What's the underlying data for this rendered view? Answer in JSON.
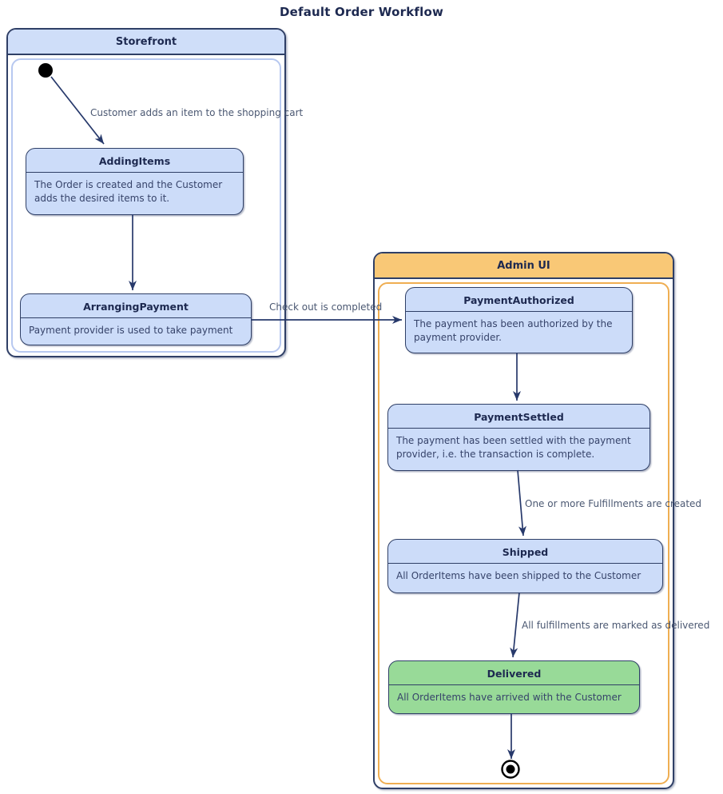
{
  "page": {
    "title": "Default Order Workflow"
  },
  "colors": {
    "state_fill": "#ccdcf9",
    "state_border": "#2f3f66",
    "delivered_fill": "#98da98",
    "storefront_header_fill": "#cfdef9",
    "storefront_inner_border": "#b7c8f0",
    "admin_header_fill": "#f9c876",
    "admin_inner_border": "#efae52",
    "arrow_color": "#27396b",
    "label_color": "#4b5872",
    "title_color": "#1d2950",
    "body_text": "#36436a"
  },
  "containers": {
    "storefront": {
      "title": "Storefront"
    },
    "admin_ui": {
      "title": "Admin UI"
    }
  },
  "states": {
    "adding_items": {
      "name": "AddingItems",
      "description": "The Order is created and the Customer adds the desired items to it."
    },
    "arranging_payment": {
      "name": "ArrangingPayment",
      "description": "Payment provider is used to take payment"
    },
    "payment_authorized": {
      "name": "PaymentAuthorized",
      "description": "The payment has been authorized by the payment provider."
    },
    "payment_settled": {
      "name": "PaymentSettled",
      "description": "The payment has been settled with the payment provider, i.e. the transaction is complete."
    },
    "shipped": {
      "name": "Shipped",
      "description": "All OrderItems have been shipped to the Customer"
    },
    "delivered": {
      "name": "Delivered",
      "description": "All OrderItems have arrived with the Customer"
    }
  },
  "transitions": {
    "initial_to_adding_items": {
      "from": "initial",
      "to": "adding_items",
      "label": "Customer adds an item to the shopping cart"
    },
    "adding_items_to_arranging_payment": {
      "from": "adding_items",
      "to": "arranging_payment",
      "label": ""
    },
    "arranging_payment_to_payment_authorized": {
      "from": "arranging_payment",
      "to": "payment_authorized",
      "label": "Check out is completed"
    },
    "payment_authorized_to_payment_settled": {
      "from": "payment_authorized",
      "to": "payment_settled",
      "label": ""
    },
    "payment_settled_to_shipped": {
      "from": "payment_settled",
      "to": "shipped",
      "label": "One or more Fulfillments are created"
    },
    "shipped_to_delivered": {
      "from": "shipped",
      "to": "delivered",
      "label": "All fulfillments are marked as delivered"
    },
    "delivered_to_final": {
      "from": "delivered",
      "to": "final",
      "label": ""
    }
  }
}
